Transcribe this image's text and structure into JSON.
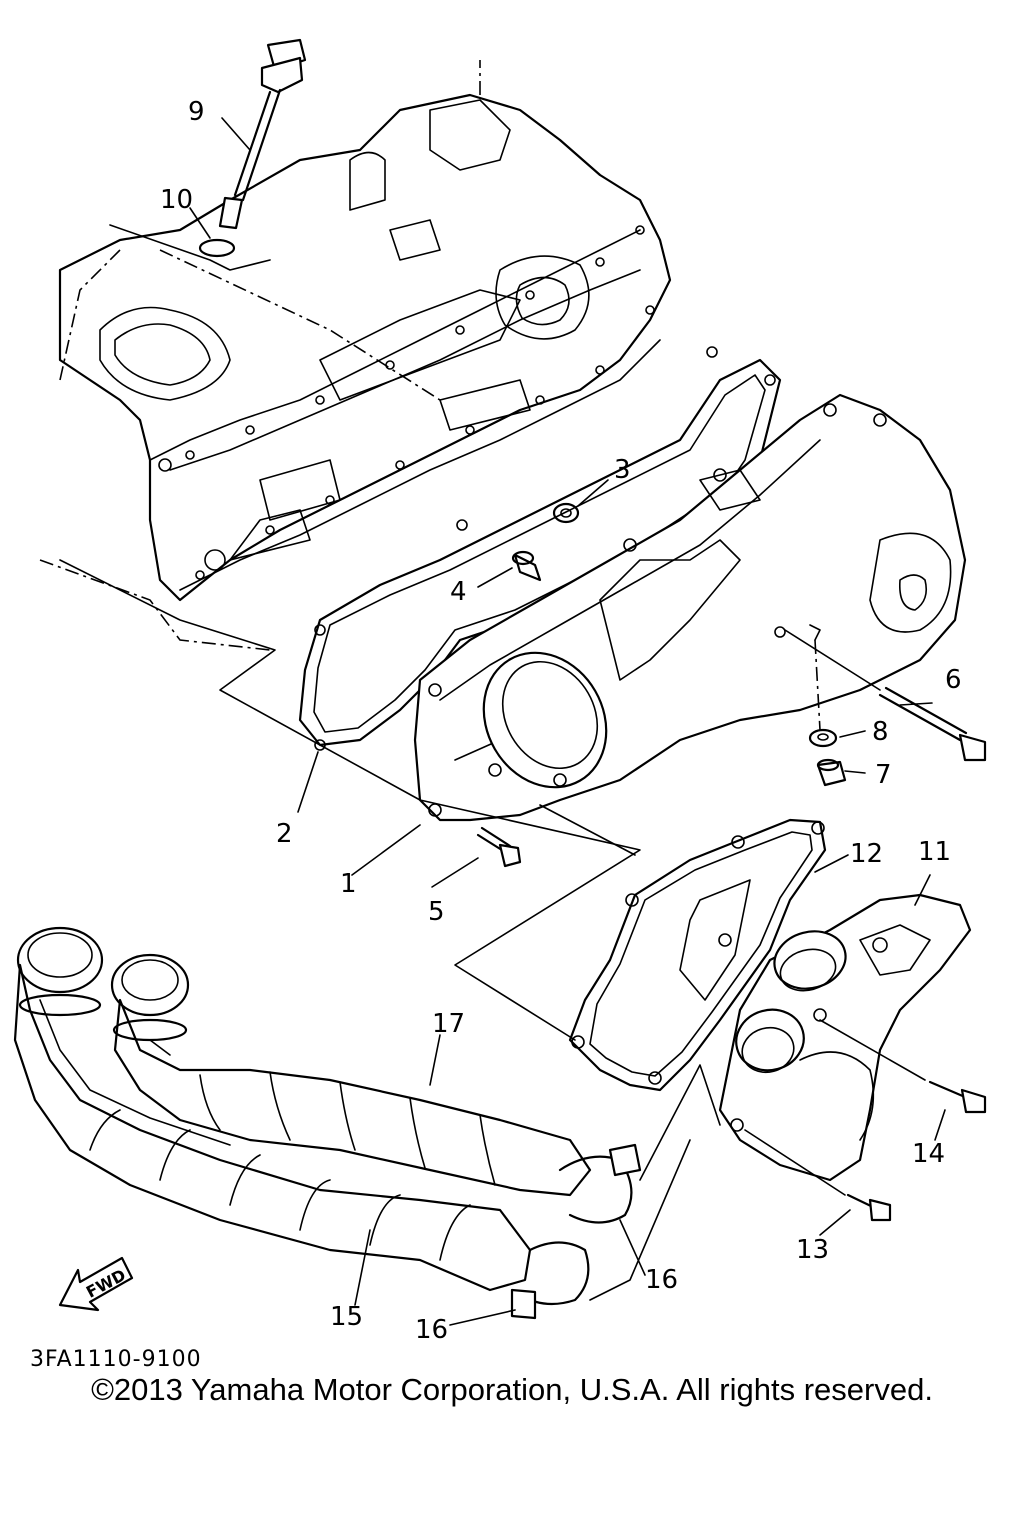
{
  "diagram": {
    "callouts": [
      "1",
      "2",
      "3",
      "4",
      "5",
      "6",
      "7",
      "8",
      "9",
      "10",
      "11",
      "12",
      "13",
      "14",
      "15",
      "16",
      "16",
      "17"
    ],
    "fwd_label": "FWD",
    "figure_code": "3FA1110-9100"
  },
  "footer": {
    "copyright": "©2013 Yamaha Motor Corporation, U.S.A. All rights reserved."
  }
}
